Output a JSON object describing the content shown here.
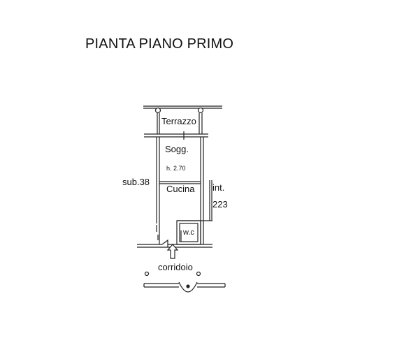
{
  "title": "PIANTA PIANO PRIMO",
  "rooms": {
    "terrazzo": "Terrazzo",
    "soggiorno": "Sogg.",
    "height": "h. 2.70",
    "cucina": "Cucina",
    "wc": "w.c"
  },
  "neighbors": {
    "sub": "sub.38",
    "int_label": "int.",
    "int_number": "223"
  },
  "corridor": "corridoio"
}
